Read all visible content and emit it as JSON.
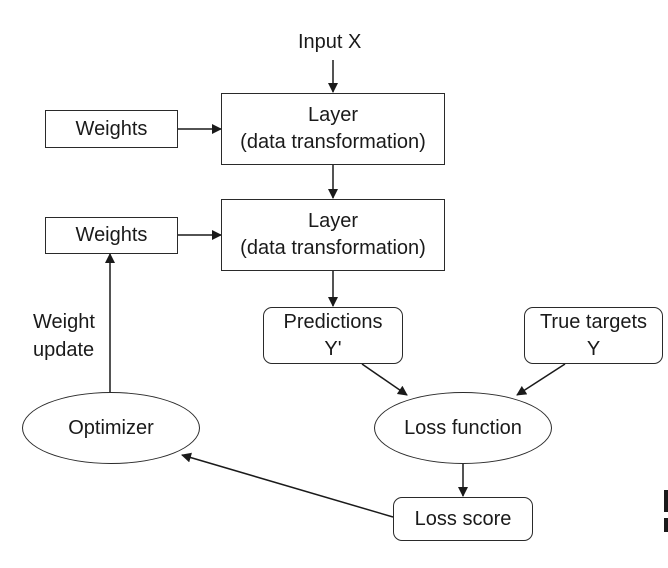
{
  "input_label": "Input X",
  "layer1": {
    "line1": "Layer",
    "line2": "(data transformation)"
  },
  "layer2": {
    "line1": "Layer",
    "line2": "(data transformation)"
  },
  "weights1": "Weights",
  "weights2": "Weights",
  "predictions": {
    "line1": "Predictions",
    "line2": "Y'"
  },
  "true_targets": {
    "line1": "True targets",
    "line2": "Y"
  },
  "loss_function": "Loss function",
  "loss_score": "Loss score",
  "optimizer": "Optimizer",
  "weight_update": {
    "line1": "Weight",
    "line2": "update"
  }
}
